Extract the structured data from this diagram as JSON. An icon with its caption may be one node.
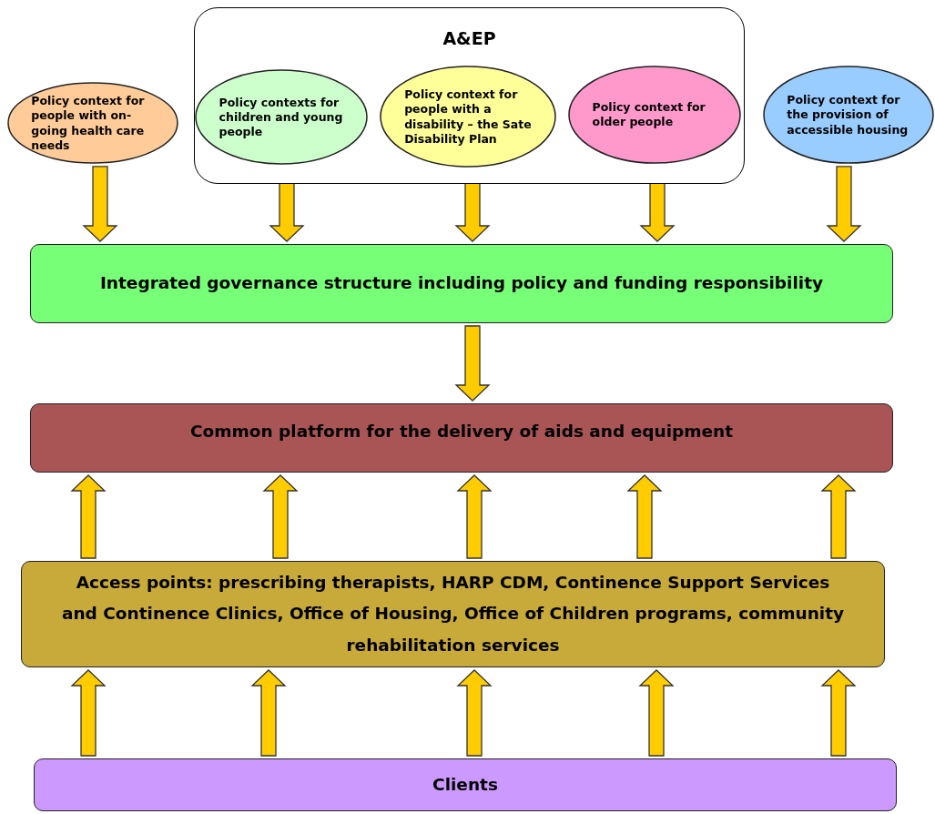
{
  "diagram": {
    "nodes": [
      {
        "text": [
          "Policy context for people with on-going health care needs"
        ]
      },
      {
        "text": [
          "A&EP"
        ]
      },
      {
        "text": [
          "Policy contexts for children and young people"
        ],
        "in": 1
      },
      {
        "text": [
          "Policy context for people with a disability – the Sate Disability Plan"
        ],
        "in": 1
      },
      {
        "text": [
          "Policy context for older people"
        ],
        "in": 1
      },
      {
        "text": [
          "Policy context for the provision of accessible housing"
        ]
      },
      {
        "text": [
          "Integrated governance structure including policy and funding responsibility"
        ]
      },
      {
        "text": [
          "Common platform for the delivery of aids and equipment"
        ]
      },
      {
        "text": [
          "Access points: prescribing therapists, HARP CDM, Continence Support Services and Continence Clinics, Office of Housing, Office of Children programs, community rehabilitation services"
        ]
      },
      {
        "text": [
          "Clients"
        ]
      }
    ],
    "edges": [
      {
        "from": 0,
        "to": 6,
        "arrow": "to"
      },
      {
        "from": 2,
        "to": 6,
        "arrow": "to"
      },
      {
        "from": 3,
        "to": 6,
        "arrow": "to"
      },
      {
        "from": 4,
        "to": 6,
        "arrow": "to"
      },
      {
        "from": 5,
        "to": 6,
        "arrow": "to"
      },
      {
        "from": 6,
        "to": 7,
        "arrow": "to"
      },
      {
        "from": 8,
        "to": 7,
        "arrow": "to"
      },
      {
        "from": 8,
        "to": 7,
        "arrow": "to"
      },
      {
        "from": 8,
        "to": 7,
        "arrow": "to"
      },
      {
        "from": 8,
        "to": 7,
        "arrow": "to"
      },
      {
        "from": 8,
        "to": 7,
        "arrow": "to"
      },
      {
        "from": 9,
        "to": 8,
        "arrow": "to"
      },
      {
        "from": 9,
        "to": 8,
        "arrow": "to"
      },
      {
        "from": 9,
        "to": 8,
        "arrow": "to"
      },
      {
        "from": 9,
        "to": 8,
        "arrow": "to"
      },
      {
        "from": 9,
        "to": 8,
        "arrow": "to"
      }
    ]
  }
}
